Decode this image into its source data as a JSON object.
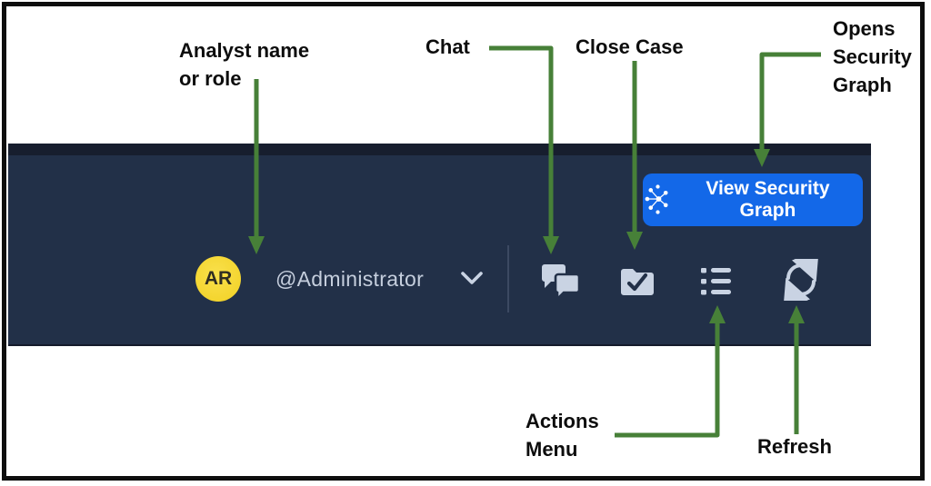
{
  "frame": {
    "border_color": "#0e0e0e"
  },
  "toolbar": {
    "background": "#223048",
    "avatar": {
      "initials": "AR",
      "color": "#f4d52f"
    },
    "username": "@Administrator",
    "icons": {
      "chevron": "chevron-down-icon",
      "chat": "chat-icon",
      "close_case": "close-case-icon",
      "actions_menu": "actions-menu-icon",
      "refresh": "refresh-icon"
    },
    "view_security_graph": {
      "label": "View Security Graph",
      "color": "#1368e8",
      "icon": "security-graph-icon"
    },
    "icon_color": "#c9d3e3"
  },
  "annotations": {
    "arrow_color": "#478038",
    "analyst_name": {
      "lines": [
        "Analyst name",
        "or role"
      ]
    },
    "chat": {
      "label": "Chat"
    },
    "close_case": {
      "label": "Close Case"
    },
    "opens_security_graph": {
      "lines": [
        "Opens",
        "Security",
        "Graph"
      ]
    },
    "actions_menu": {
      "lines": [
        "Actions",
        "Menu"
      ]
    },
    "refresh": {
      "label": "Refresh"
    }
  }
}
